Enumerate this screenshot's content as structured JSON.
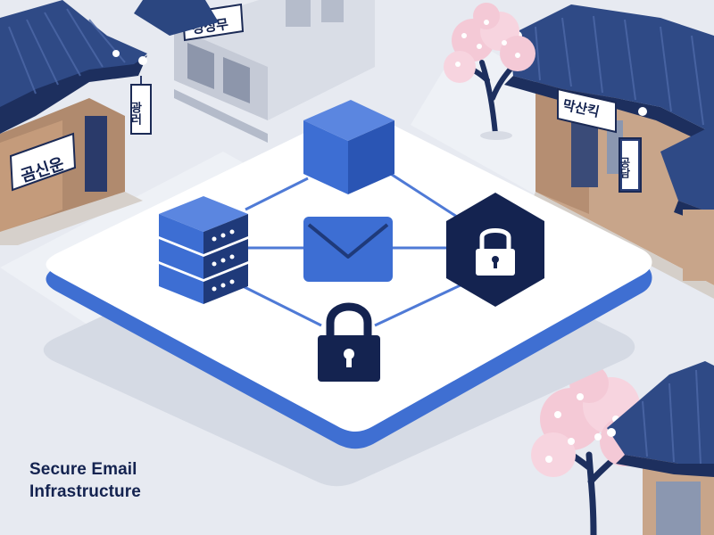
{
  "signs": {
    "left_building": "곰신운",
    "back_building": "깅싱무",
    "hanging_sign": "광러",
    "right_building": "막산킥",
    "right_vertical": "공담"
  },
  "caption": {
    "line1": "Secure Email",
    "line2": "Infrastructure"
  },
  "colors": {
    "background": "#e7eaf1",
    "platform": "#ffffff",
    "platform_edge": "#3f6fd2",
    "accent_blue": "#3d6ed3",
    "navy": "#142350",
    "roof": "#2f4a86",
    "blossom": "#f4c9d6"
  },
  "icons": [
    "database-server-icon",
    "cube-icon",
    "envelope-icon",
    "hexagon-lock-icon",
    "padlock-icon"
  ]
}
